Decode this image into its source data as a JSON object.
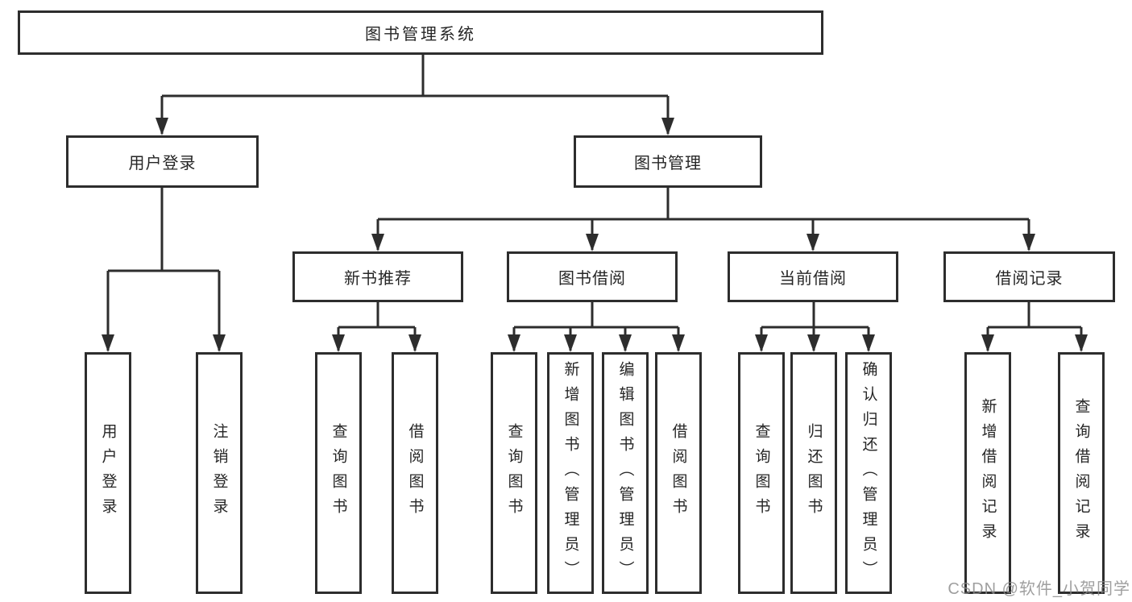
{
  "root": {
    "label": "图书管理系统"
  },
  "level2": {
    "user_login": {
      "label": "用户登录"
    },
    "book_management": {
      "label": "图书管理"
    }
  },
  "modules": [
    {
      "label": "新书推荐",
      "parent": "图书管理"
    },
    {
      "label": "图书借阅",
      "parent": "图书管理"
    },
    {
      "label": "当前借阅",
      "parent": "图书管理"
    },
    {
      "label": "借阅记录",
      "parent": "图书管理"
    }
  ],
  "leaves": [
    {
      "label": "用户登录",
      "parent": "用户登录"
    },
    {
      "label": "注销登录",
      "parent": "用户登录"
    },
    {
      "label": "查询图书",
      "parent": "新书推荐"
    },
    {
      "label": "借阅图书",
      "parent": "新书推荐"
    },
    {
      "label": "查询图书",
      "parent": "图书借阅"
    },
    {
      "label": "新增图书（管理员）",
      "parent": "图书借阅"
    },
    {
      "label": "编辑图书（管理员）",
      "parent": "图书借阅"
    },
    {
      "label": "借阅图书",
      "parent": "图书借阅"
    },
    {
      "label": "查询图书",
      "parent": "当前借阅"
    },
    {
      "label": "归还图书",
      "parent": "当前借阅"
    },
    {
      "label": "确认归还（管理员）",
      "parent": "当前借阅"
    },
    {
      "label": "新增借阅记录",
      "parent": "借阅记录"
    },
    {
      "label": "查询借阅记录",
      "parent": "借阅记录"
    }
  ],
  "watermark": {
    "text": "CSDN @软件_小贺同学"
  },
  "colors": {
    "line": "#2d2d2d",
    "text": "#262626",
    "watermark": "#8a8a8a",
    "background": "#ffffff"
  }
}
